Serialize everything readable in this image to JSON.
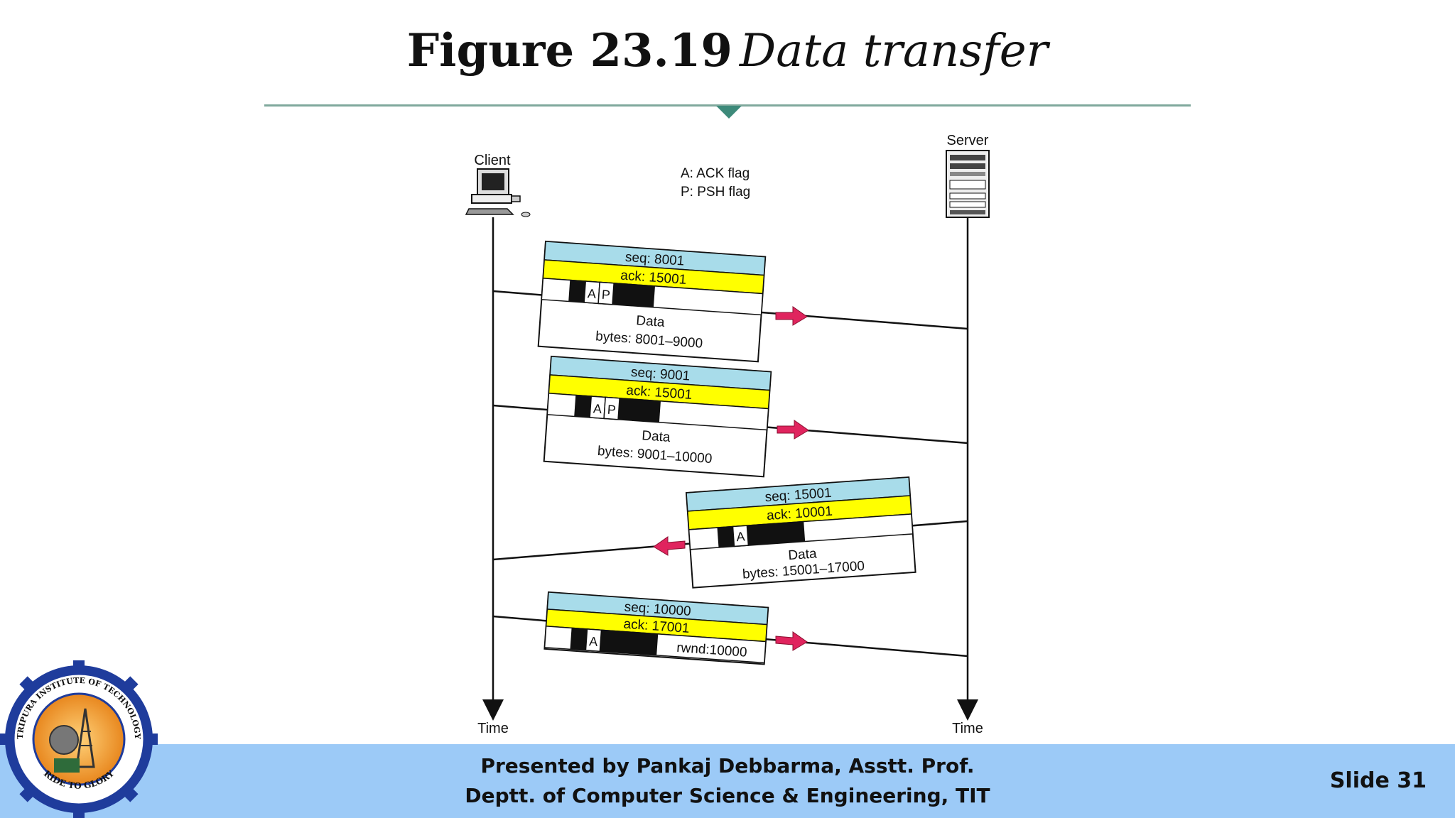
{
  "slide": {
    "title_number": "Figure 23.19",
    "title_text": "Data transfer",
    "slide_number": "Slide 31"
  },
  "footer": {
    "line1": "Presented by Pankaj Debbarma, Asstt. Prof.",
    "line2": "Deptt. of Computer Science & Engineering, TIT"
  },
  "diagram": {
    "client_label": "Client",
    "server_label": "Server",
    "time_left": "Time",
    "time_right": "Time",
    "legend_a": "A: ACK flag",
    "legend_p": "P: PSH flag",
    "segments": [
      {
        "seq": "seq: 8001",
        "ack": "ack: 15001",
        "flag_a": "A",
        "flag_p": "P",
        "data": "Data",
        "bytes": "bytes: 8001–9000"
      },
      {
        "seq": "seq: 9001",
        "ack": "ack: 15001",
        "flag_a": "A",
        "flag_p": "P",
        "data": "Data",
        "bytes": "bytes: 9001–10000"
      },
      {
        "seq": "seq: 15001",
        "ack": "ack: 10001",
        "flag_a": "A",
        "data": "Data",
        "bytes": "bytes: 15001–17000"
      },
      {
        "seq": "seq: 10000",
        "ack": "ack: 17001",
        "flag_a": "A",
        "rwnd": "rwnd:10000"
      }
    ]
  },
  "logo": {
    "ring_text_top": "TRIPURA INSTITUTE OF TECHNOLOGY",
    "ring_text_bottom": "RIDE TO GLORY"
  },
  "colors": {
    "seq_band": "#a8dcea",
    "ack_band": "#ffff00",
    "arrow": "#e0245e",
    "footer_bg": "#9ccaf7",
    "rule": "#7fa89c"
  }
}
